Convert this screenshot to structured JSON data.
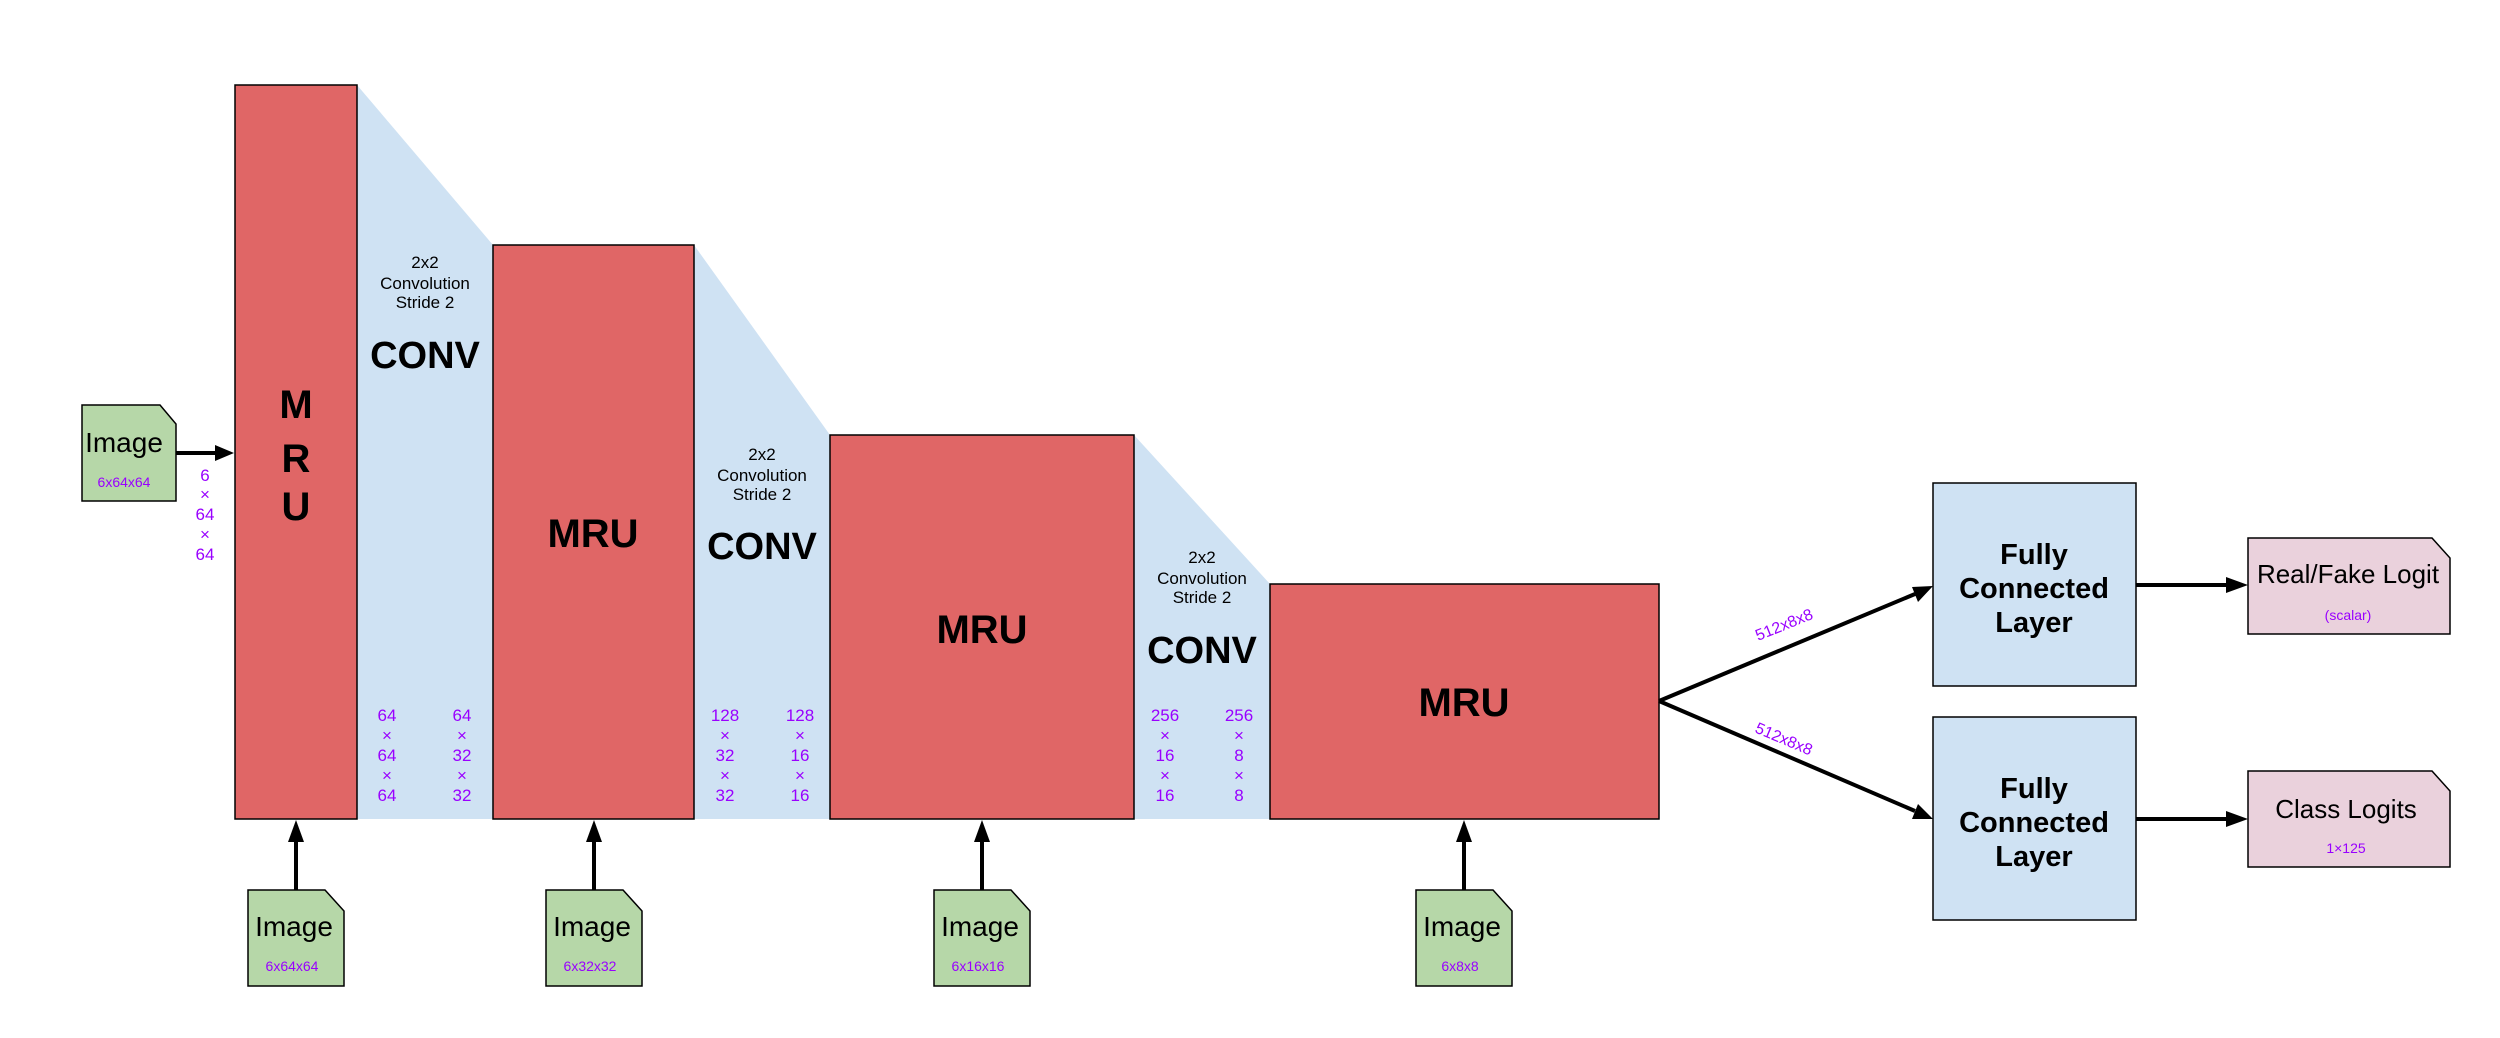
{
  "colors": {
    "mru": "#e06666",
    "conv": "#cfe2f3",
    "fc": "#cfe2f3",
    "image": "#b6d7a8",
    "output": "#ead1dc",
    "dims": "#9900ff",
    "line": "#000000"
  },
  "input": {
    "label": "Image",
    "dims": "6x64x64",
    "arrow_dims": [
      "6",
      "×",
      "64",
      "×",
      "64"
    ]
  },
  "mru_blocks": [
    {
      "label": "MRU",
      "vertical": true
    },
    {
      "label": "MRU"
    },
    {
      "label": "MRU"
    },
    {
      "label": "MRU"
    }
  ],
  "conv_blocks": [
    {
      "desc": [
        "2x2",
        "Convolution",
        "Stride 2"
      ],
      "label": "CONV",
      "in_dims": [
        "64",
        "×",
        "64",
        "×",
        "64"
      ],
      "out_dims": [
        "64",
        "×",
        "32",
        "×",
        "32"
      ]
    },
    {
      "desc": [
        "2x2",
        "Convolution",
        "Stride 2"
      ],
      "label": "CONV",
      "in_dims": [
        "128",
        "×",
        "32",
        "×",
        "32"
      ],
      "out_dims": [
        "128",
        "×",
        "16",
        "×",
        "16"
      ]
    },
    {
      "desc": [
        "2x2",
        "Convolution",
        "Stride 2"
      ],
      "label": "CONV",
      "in_dims": [
        "256",
        "×",
        "16",
        "×",
        "16"
      ],
      "out_dims": [
        "256",
        "×",
        "8",
        "×",
        "8"
      ]
    }
  ],
  "side_images": [
    {
      "label": "Image",
      "dims": "6x64x64"
    },
    {
      "label": "Image",
      "dims": "6x32x32"
    },
    {
      "label": "Image",
      "dims": "6x16x16"
    },
    {
      "label": "Image",
      "dims": "6x8x8"
    }
  ],
  "branches": [
    {
      "edge_label": "512x8x8",
      "fc_label": [
        "Fully",
        "Connected",
        "Layer"
      ],
      "output_label": "Real/Fake Logit",
      "output_dims": "(scalar)"
    },
    {
      "edge_label": "512x8x8",
      "fc_label": [
        "Fully",
        "Connected",
        "Layer"
      ],
      "output_label": "Class Logits",
      "output_dims": "1×125"
    }
  ]
}
